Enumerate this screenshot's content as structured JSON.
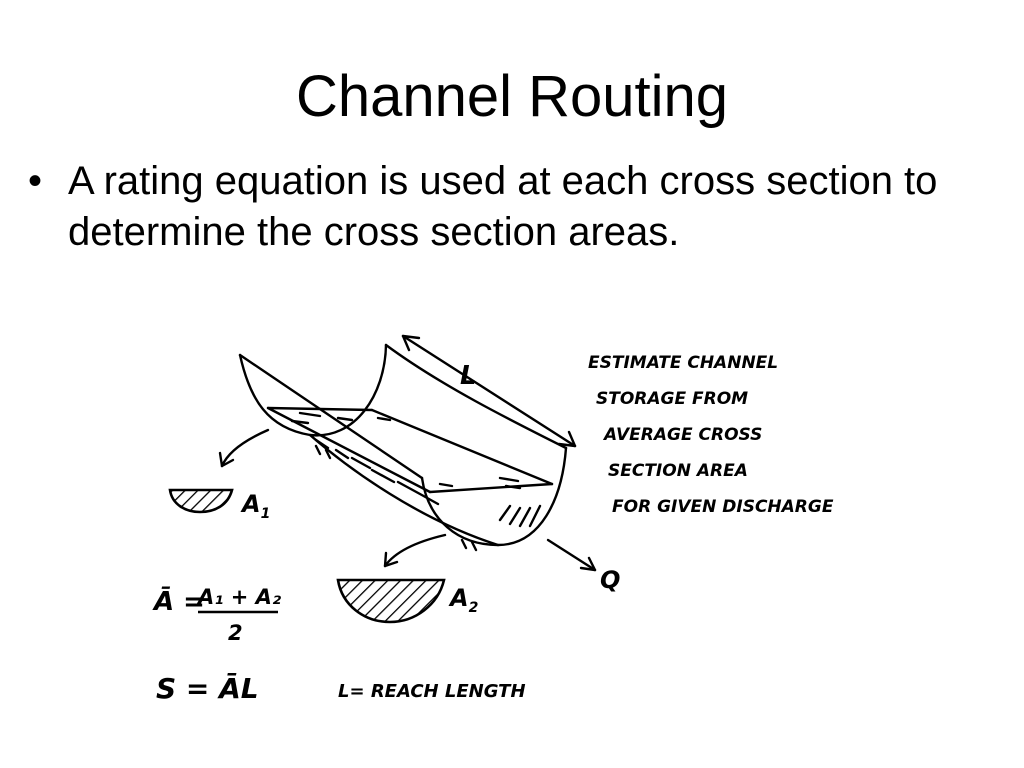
{
  "slide": {
    "title": "Channel Routing",
    "bullet_marker": "•",
    "bullet": "A rating equation is used at each cross section to determine the cross section areas."
  },
  "sketch": {
    "length_label": "L",
    "discharge_label": "Q",
    "area1_label": "A",
    "area1_sub": "1",
    "area2_label": "A",
    "area2_sub": "2",
    "note_lines": [
      "ESTIMATE CHANNEL",
      "STORAGE FROM",
      "AVERAGE CROSS",
      "SECTION AREA",
      "FOR GIVEN DISCHARGE"
    ],
    "avg_lhs": "Ā =",
    "avg_numerator": "A₁ + A₂",
    "avg_denominator": "2",
    "storage_eq": "S = ĀL",
    "reach_note": "L= REACH LENGTH"
  }
}
